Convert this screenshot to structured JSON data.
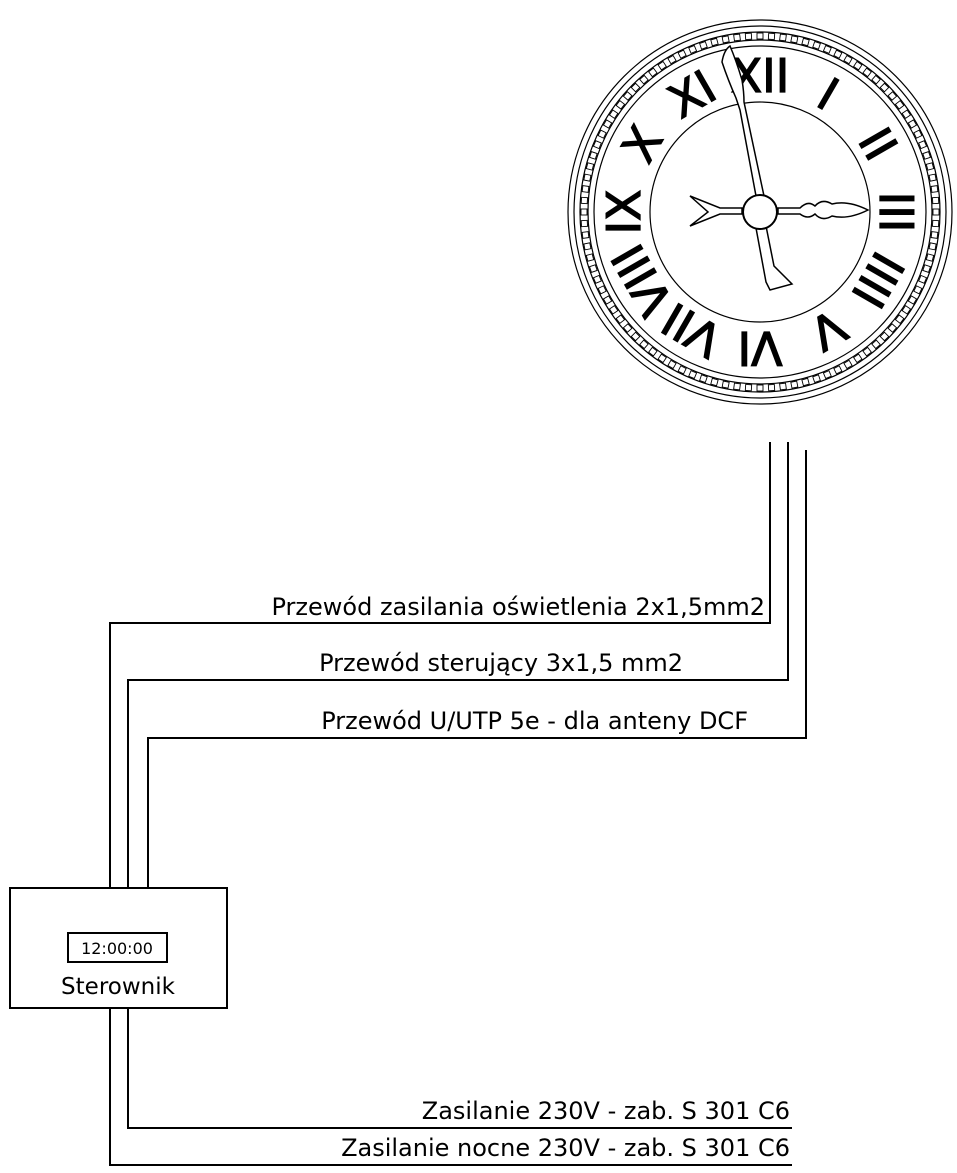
{
  "clock": {
    "numerals": [
      "XII",
      "I",
      "II",
      "III",
      "IIII",
      "V",
      "VI",
      "VII",
      "VIII",
      "IX",
      "X",
      "XI"
    ]
  },
  "cables": {
    "lighting": "Przewód zasilania oświetlenia 2x1,5mm2",
    "control": "Przewód sterujący  3x1,5 mm2",
    "antenna": "Przewód U/UTP 5e - dla anteny DCF"
  },
  "controller": {
    "display_time": "12:00:00",
    "label": "Sterownik"
  },
  "power": {
    "main": "Zasilanie 230V - zab. S 301 C6",
    "night": "Zasilanie nocne 230V - zab. S 301 C6"
  }
}
